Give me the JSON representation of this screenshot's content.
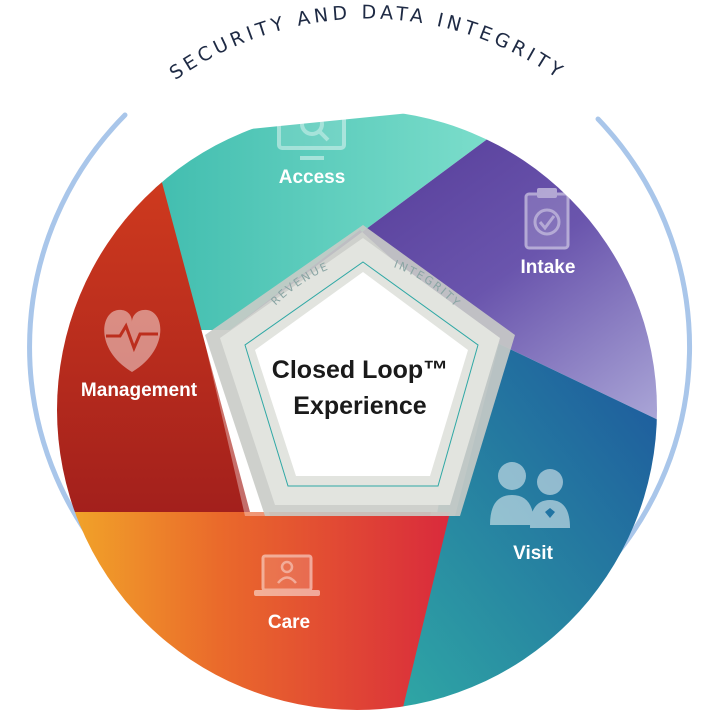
{
  "outer_ring": {
    "label": "SECURITY AND DATA INTEGRITY"
  },
  "center": {
    "ring_label_left": "REVENUE",
    "ring_label_right": "INTEGRITY",
    "title_line1": "Closed Loop™",
    "title_line2": "Experience"
  },
  "segments": [
    {
      "label": "Access",
      "icon": "monitor-search-icon",
      "color": "#45c3b6"
    },
    {
      "label": "Intake",
      "icon": "clipboard-check-icon",
      "color": "#5a3d9a"
    },
    {
      "label": "Visit",
      "icon": "doctor-patient-icon",
      "color": "#1d6fa6"
    },
    {
      "label": "Care",
      "icon": "laptop-person-icon",
      "color": "#e3462e"
    },
    {
      "label": "Management",
      "icon": "heart-pulse-icon",
      "color": "#b8281f"
    }
  ]
}
